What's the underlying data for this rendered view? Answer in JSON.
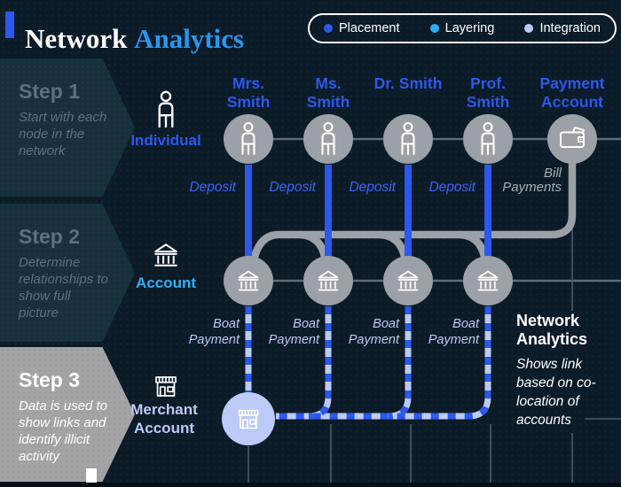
{
  "header": {
    "title_primary": "Network",
    "title_secondary": "Analytics"
  },
  "legend": {
    "items": [
      {
        "label": "Placement",
        "color": "#2c58ee"
      },
      {
        "label": "Layering",
        "color": "#2bb0f2"
      },
      {
        "label": "Integration",
        "color": "#bccaf7"
      }
    ]
  },
  "steps": [
    {
      "title": "Step 1",
      "description": "Start with each node in the network",
      "active": false
    },
    {
      "title": "Step 2",
      "description": "Determine relationships to show full picture",
      "active": false
    },
    {
      "title": "Step 3",
      "description": "Data is used to show links and identify illicit activity",
      "active": true
    }
  ],
  "columns": [
    "Mrs. Smith",
    "Ms. Smith",
    "Dr. Smith",
    "Prof. Smith",
    "Payment Account"
  ],
  "rows": [
    {
      "label": "Individual"
    },
    {
      "label": "Account"
    },
    {
      "label": "Merchant Account"
    }
  ],
  "edge_labels": {
    "deposit": "Deposit",
    "bill_payments": "Bill Payments",
    "boat_payment": "Boat Payment"
  },
  "annotation": {
    "title": "Network Analytics",
    "description": "Shows link based on co-location of accounts"
  },
  "colors": {
    "c-bg": "#0c1b28",
    "c-panel": "#16303e",
    "c-panel-active": "#a4a4a6",
    "c-muted": "#5a7280",
    "c-accent": "#2c58ee",
    "c-deposit": "#3a66f0",
    "c-layering": "#2bb0f2",
    "c-integration": "#bccaf7",
    "c-node": "#9ba1a6",
    "c-thickgray": "#9ba1a6",
    "c-connector": "#5d6c75",
    "c-grid": "#4b5b64",
    "c-bill": "#a7aeb4",
    "c-title2": "#2797ef",
    "c-white": "#ffffff"
  }
}
